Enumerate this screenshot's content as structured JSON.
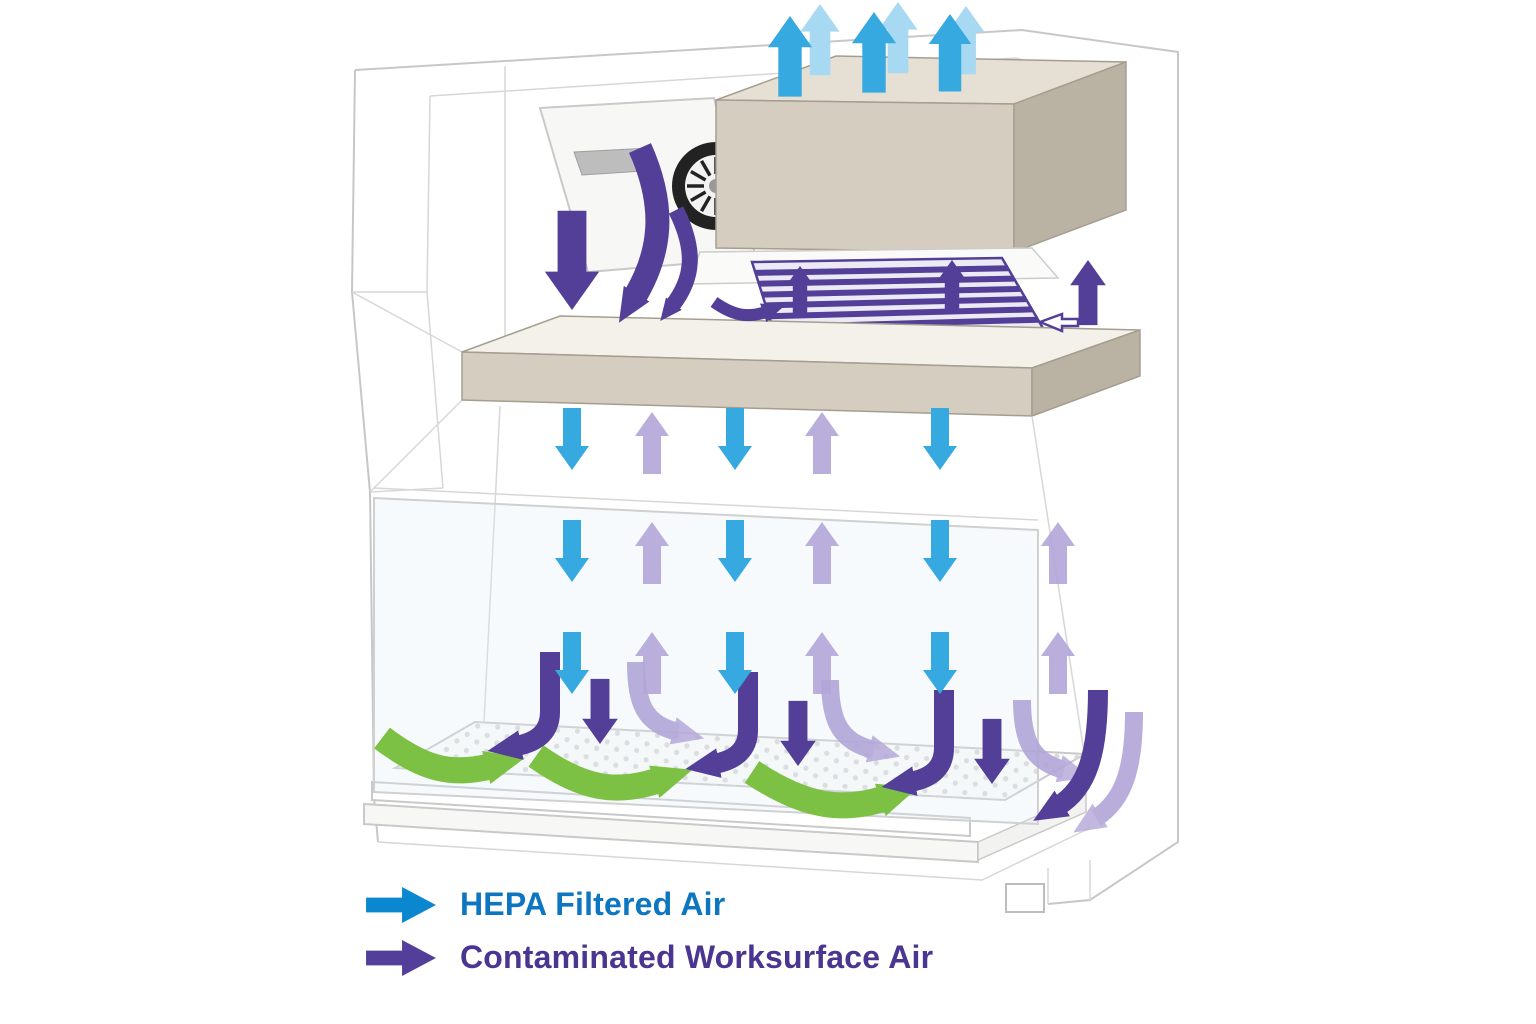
{
  "diagram": {
    "subject": "Biosafety cabinet airflow schematic",
    "flows": [
      {
        "name": "hepa-exhaust-arrows",
        "direction": "up",
        "color_ref": "hepa_blue"
      },
      {
        "name": "hepa-downflow-arrows",
        "direction": "down",
        "color_ref": "hepa_blue"
      },
      {
        "name": "contaminated-rising-arrows",
        "direction": "up",
        "color_ref": "contaminated_purple_light"
      },
      {
        "name": "worksurface-capture-arrows",
        "direction": "down-into-grilles",
        "color_ref": "contaminated_purple"
      },
      {
        "name": "front-intake-arrows",
        "direction": "inward",
        "color_ref": "intake_green"
      }
    ]
  },
  "legend": {
    "items": [
      {
        "label": "HEPA Filtered Air",
        "text_color": "#0d76c0",
        "arrow_color": "#0a87cf"
      },
      {
        "label": "Contaminated Worksurface Air",
        "text_color": "#4a3590",
        "arrow_color": "#533f99"
      }
    ]
  },
  "colors": {
    "hepa_blue": "#36a9e1",
    "hepa_blue_light": "#a8d9f2",
    "contaminated_purple": "#533f98",
    "contaminated_purple_light": "#b2a6d8",
    "intake_green": "#7cc143",
    "cabinet_beige": "#d5cec0",
    "cabinet_beige_light": "#e5e0d3",
    "cabinet_beige_dark": "#bab2a2",
    "outline_gray": "#c7c7c7"
  }
}
